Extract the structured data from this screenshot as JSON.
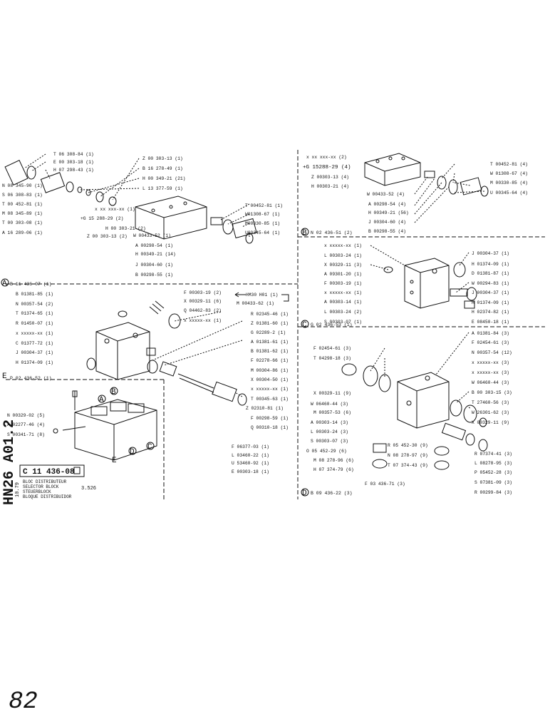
{
  "page_number": "82",
  "drawing_number": "HN26 A01.2",
  "drawing_date": "10.79",
  "title_block": {
    "ref": "C 11 436-08",
    "lines": [
      "BLOC DISTRIBUTEUR",
      "SELECTOR BLOCK",
      "STEUERBLOCK",
      "BLOQUE DISTRIBUIDOR"
    ],
    "code": "3.526"
  },
  "assembly_a": {
    "ref": "B 11 436-07 (1)",
    "labels": [
      "T 06 308-84 (1)",
      "E 00 303-18 (1)",
      "H 07 298-43 (1)",
      "N 08 345-90 (1)",
      "S 06 308-83 (1)",
      "T 00 452-81 (1)",
      "M 08 345-89 (1)",
      "T 00 303-08 (1)",
      "A 16 289-06 (1)",
      "Z 00 303-13 (1)",
      "B 16 278-49 (1)",
      "H 00 349-21 (21)",
      "L 13 377-59 (1)",
      "x xx xxx-xx (1)",
      "+G 15 288-29 (2)",
      "H 00 303-21 (2)",
      "Z 00 303-13 (2)",
      "T 00452-81 (1)",
      "W01308-67 (1)",
      "M00330-85 (1)",
      "U00345-64 (1)",
      "W 00433-52 (1)",
      "A 00298-54 (1)",
      "H 00349-21 (14)",
      "J 00304-60 (1)",
      "B 00298-55 (1)"
    ]
  },
  "assembly_b": {
    "ref": "N 02 436-51 (2)",
    "labels": [
      "x xx xxx-xx (2)",
      "+G 15288-29 (4)",
      "Z 00303-13 (4)",
      "H 00303-21 (4)",
      "W 00433-52 (4)",
      "A 00298-54 (4)",
      "H 00349-21 (56)",
      "J 00304-60 (4)",
      "B 00298-55 (4)",
      "T 00452-81 (4)",
      "W 01308-67 (4)",
      "M 00330-85 (4)",
      "U 00345-64 (4)"
    ]
  },
  "assembly_c": {
    "ref": "G 02 436-53 (1)",
    "labels": [
      "x xxxxx-xx (1)",
      "L 00303-24 (1)",
      "X 00329-11 (3)",
      "A 09301-20 (1)",
      "F 00303-19 (1)",
      "x xxxxx-xx (1)",
      "A 00303-14 (1)",
      "L 00303-24 (2)",
      "S 00303-07 (1)",
      "J 00304-37 (1)",
      "H 01374-09 (1)",
      "D 01381-87 (1)",
      "W 00294-83 (1)",
      "J 00304-37 (1)",
      "H 01374-09 (1)",
      "H 02374-82 (1)",
      "E 08450-18 (1)"
    ]
  },
  "assembly_d": {
    "ref": "B 09 436-22 (3)",
    "labels": [
      "F 02454-61 (3)",
      "T 04298-18 (3)",
      "X 00329-11 (9)",
      "W 06460-44 (3)",
      "M 00357-53 (6)",
      "A 00303-14 (3)",
      "L 00303-24 (3)",
      "S 00303-07 (3)",
      "A 01381-84 (3)",
      "F 02454-61 (3)",
      "N 00357-54 (12)",
      "x xxxxx-xx (3)",
      "x xxxxx-xx (3)",
      "W 06460-44 (3)",
      "B 00 303-15 (3)",
      "T 27460-56 (3)",
      "W 26301-62 (3)",
      "X 00329-11 (9)",
      "R 07374-41 (3)",
      "L 08278-95 (3)",
      "P 05452-28 (3)",
      "S 07381-09 (3)",
      "R 00299-84 (3)",
      "O 05 452-29 (6)",
      "M 08 278-96 (6)",
      "H 07 374-79 (6)",
      "R 05 452-30 (9)",
      "N 08 278-97 (9)",
      "T 07 374-43 (9)",
      "F 03 436-71 (3)"
    ]
  },
  "assembly_e": {
    "ref": "P 02 436-52 (1)",
    "labels": [
      "B 01381-85 (1)",
      "N 00357-54 (2)",
      "T 01374-65 (1)",
      "R 01450-07 (1)",
      "x xxxxx-xx (1)",
      "C 01377-72 (1)",
      "J 00304-37 (1)",
      "H 01374-09 (1)",
      "F 00303-19 (2)",
      "X 00329-11 (6)",
      "Q 04462-83 (2)",
      "x xxxxx-xx (1)",
      "HM30 H01 (1)",
      "M 00433-62 (1)",
      "R 02345-46 (1)",
      "Z 01381-60 (1)",
      "G 02289-2 (1)",
      "A 01381-61 (1)",
      "B 01381-62 (1)",
      "F 02278-66 (1)",
      "M 00304-86 (1)",
      "X 00304-50 (1)",
      "x xxxxx-xx (1)",
      "T 00345-63 (1)",
      "Z 02310-81 (1)",
      "F 00298-59 (1)",
      "Q 00310-18 (1)",
      "F 06377-03 (1)",
      "L 03460-22 (1)",
      "U 53460-92 (1)",
      "E 00303-18 (1)"
    ]
  },
  "assembly_main": {
    "labels": [
      "N 00329-02 (5)",
      "A 02277-46 (4)",
      "S 00341-71 (8)"
    ]
  }
}
